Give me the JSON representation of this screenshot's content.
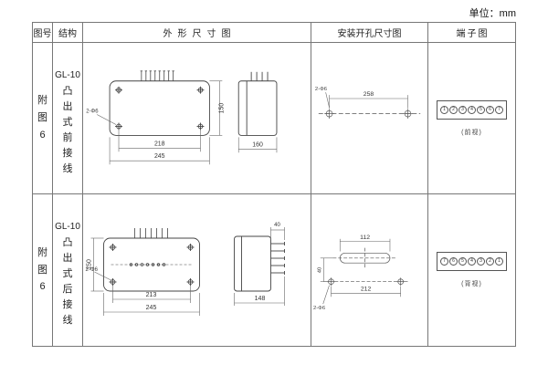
{
  "unit_label": "单位：mm",
  "headers": {
    "col1": "图号",
    "col2": "结构",
    "col3": "外形尺寸图",
    "col4": "安装开孔尺寸图",
    "col5": "端子图"
  },
  "rows": [
    {
      "figure_no": "附图6",
      "model": "GL-10",
      "structure_desc": "凸出式前接线",
      "outline": {
        "dim_width_inner": "218",
        "dim_width_outer": "245",
        "dim_height": "150",
        "dim_depth": "160",
        "hole_note": "2-Φ6"
      },
      "install": {
        "dim_span": "258",
        "hole_note": "2-Φ6"
      },
      "terminal": {
        "numbers": [
          "1",
          "2",
          "3",
          "4",
          "5",
          "6",
          "7"
        ],
        "caption": "(前视)"
      }
    },
    {
      "figure_no": "附图6",
      "model": "GL-10",
      "structure_desc": "凸出式后接线",
      "outline": {
        "dim_width_inner": "213",
        "dim_width_outer": "245",
        "dim_height": "150",
        "dim_depth": "148",
        "dim_stud": "40",
        "hole_note": "2-Φ6"
      },
      "install": {
        "dim_slot": "112",
        "dim_span": "212",
        "dim_vert": "40",
        "hole_note": "2-Φ6"
      },
      "terminal": {
        "numbers": [
          "7",
          "6",
          "5",
          "4",
          "3",
          "2",
          "1"
        ],
        "caption": "(背视)"
      }
    }
  ]
}
